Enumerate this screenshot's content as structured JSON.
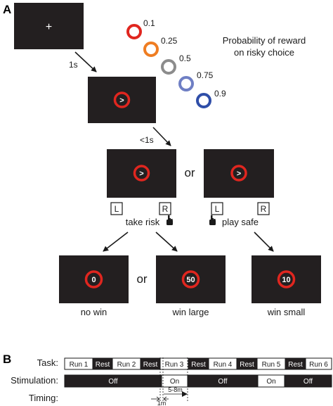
{
  "panel_a": {
    "label": "A",
    "fixation_symbol": "+",
    "delay_1": "1s",
    "delay_2": "<1s",
    "cue_symbol": ">",
    "or_label": "or",
    "probability_title_line1": "Probability of reward",
    "probability_title_line2": "on risky choice",
    "probability_rings": [
      {
        "label": "0.1",
        "color": "#e0261f"
      },
      {
        "label": "0.25",
        "color": "#ef7d22"
      },
      {
        "label": "0.5",
        "color": "#8c8c8c"
      },
      {
        "label": "0.75",
        "color": "#6f7fc4"
      },
      {
        "label": "0.9",
        "color": "#2f4ea8"
      }
    ],
    "key_left": "L",
    "key_right": "R",
    "take_risk": "take risk",
    "play_safe": "play safe",
    "outcomes": [
      {
        "value": "0",
        "caption": "no win"
      },
      {
        "value": "50",
        "caption": "win large"
      },
      {
        "value": "10",
        "caption": "win small"
      }
    ],
    "ring_color": "#e0261f",
    "screen_color": "#231f20"
  },
  "panel_b": {
    "label": "B",
    "task_label": "Task:",
    "stimulation_label": "Stimulation:",
    "timing_label": "Timing:",
    "task_blocks": [
      {
        "text": "Run 1",
        "dark": false
      },
      {
        "text": "Rest",
        "dark": true
      },
      {
        "text": "Run 2",
        "dark": false
      },
      {
        "text": "Rest",
        "dark": true
      },
      {
        "text": "Run 3",
        "dark": false
      },
      {
        "text": "Rest",
        "dark": true
      },
      {
        "text": "Run 4",
        "dark": false
      },
      {
        "text": "Rest",
        "dark": true
      },
      {
        "text": "Run 5",
        "dark": false
      },
      {
        "text": "Rest",
        "dark": true
      },
      {
        "text": "Run 6",
        "dark": false
      }
    ],
    "stim_blocks": [
      {
        "text": "Off",
        "dark": true
      },
      {
        "text": "On",
        "dark": false
      },
      {
        "text": "Off",
        "dark": true
      },
      {
        "text": "On",
        "dark": false
      },
      {
        "text": "Off",
        "dark": true
      }
    ],
    "timing_marks": [
      "1m",
      "5-8m"
    ]
  }
}
